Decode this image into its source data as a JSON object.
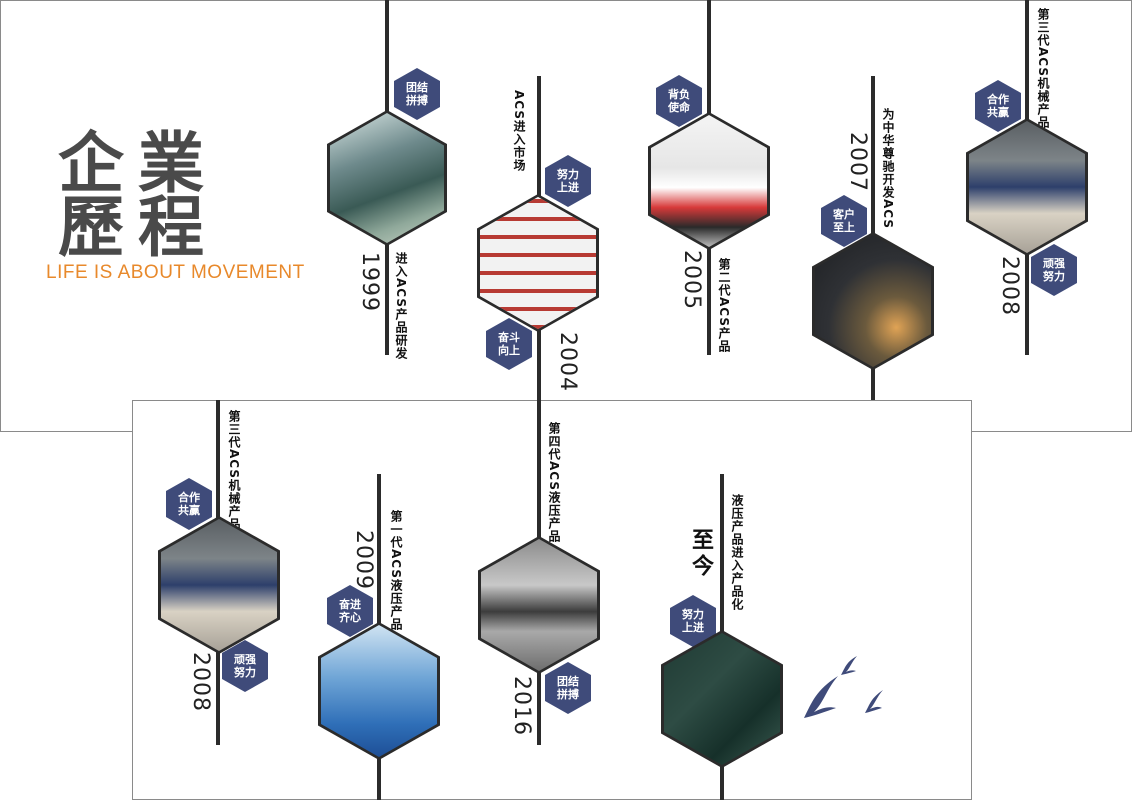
{
  "header": {
    "title_line1": "企業",
    "title_line2": "歷程",
    "subtitle": "LIFE IS ABOUT MOVEMENT"
  },
  "colors": {
    "badge": "#3f4b7a",
    "accent": "#e8892b",
    "line": "#2b2b2b"
  },
  "top": {
    "m1999": {
      "year": "1999",
      "desc": "进入ACS产品研发",
      "badge": "团结拼搏"
    },
    "m2004": {
      "year": "2004",
      "desc": "ACS进入市场",
      "badge_top": "努力上进",
      "badge_bottom": "奋斗向上"
    },
    "m2005": {
      "year": "2005",
      "desc": "第二代ACS产品",
      "badge": "背负使命"
    },
    "m2007": {
      "year": "2007",
      "desc": "为中华尊驰开发ACS",
      "badge": "客户至上"
    },
    "m2008": {
      "year": "2008",
      "desc": "第三代ACS机械产品",
      "badge_top": "合作共赢",
      "badge_bottom": "顽强努力"
    }
  },
  "bottom": {
    "m2008": {
      "year": "2008",
      "desc": "第三代ACS机械产品",
      "badge_top": "合作共赢",
      "badge_bottom": "顽强努力"
    },
    "m2009": {
      "year": "2009",
      "desc": "第一代ACS液压产品",
      "badge": "奋进齐心"
    },
    "m2016": {
      "year": "2016",
      "desc": "第四代ACS液压产品",
      "badge": "团结拼搏"
    },
    "now": {
      "year": "至今",
      "desc": "液压产品进入产品化",
      "badge": "努力上进"
    }
  }
}
